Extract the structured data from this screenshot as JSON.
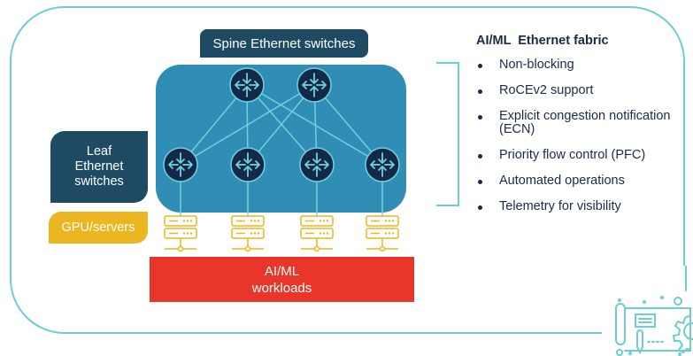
{
  "diagram": {
    "spine_label": "Spine Ethernet switches",
    "leaf_label": "Leaf\nEthernet\nswitches",
    "gpu_label": "GPU/servers",
    "workload_label": "AI/ML\nworkloads",
    "spine_switches": [
      {
        "name": "spine-1",
        "icon": "router-icon"
      },
      {
        "name": "spine-2",
        "icon": "router-icon"
      }
    ],
    "leaf_switches": [
      {
        "name": "leaf-1",
        "icon": "router-icon"
      },
      {
        "name": "leaf-2",
        "icon": "router-icon"
      },
      {
        "name": "leaf-3",
        "icon": "router-icon"
      },
      {
        "name": "leaf-4",
        "icon": "router-icon"
      }
    ],
    "servers": [
      {
        "name": "server-1",
        "icon": "server-icon"
      },
      {
        "name": "server-2",
        "icon": "server-icon"
      },
      {
        "name": "server-3",
        "icon": "server-icon"
      },
      {
        "name": "server-4",
        "icon": "server-icon"
      }
    ],
    "links": "full-mesh spine-to-leaf",
    "colors": {
      "frame": "#6dcdd0",
      "dark_label": "#1e4a64",
      "fabric": "#2f8db6",
      "node": "#14284a",
      "link": "#6dd3dc",
      "gpu": "#ecb620",
      "workload": "#e8362b",
      "text": "#1b2a44"
    }
  },
  "panel": {
    "title": "AI/ML  Ethernet fabric",
    "items": [
      "Non-blocking",
      "RoCEv2 support",
      "Explicit congestion notification (ECN)",
      "Priority flow control (PFC)",
      "Automated operations",
      "Telemetry for visibility"
    ]
  },
  "decoration": {
    "icon": "blueprint-gear-icon"
  }
}
